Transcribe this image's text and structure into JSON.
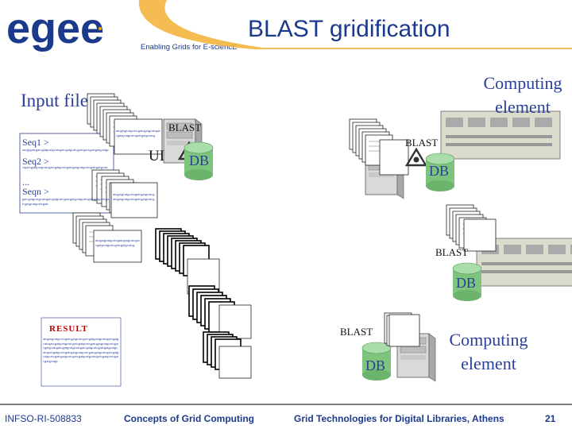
{
  "header": {
    "logo_text": "egee",
    "tagline": "Enabling Grids for E-sciencE",
    "title": "BLAST gridification"
  },
  "labels": {
    "input_file": "Input file",
    "computing_element": "Computing element",
    "ui": "UI",
    "blast": "BLAST",
    "db": "DB",
    "result": "RESULT"
  },
  "input_sequences": [
    {
      "name": "Seq1 >"
    },
    {
      "name": "Seq2 >"
    },
    {
      "name": "..."
    },
    {
      "name": "Seqn >"
    }
  ],
  "footer": {
    "project_id": "INFSO-RI-508833",
    "course": "Concepts of Grid Computing",
    "event": "Grid Technologies for Digital Libraries, Athens",
    "page": "21"
  },
  "colors": {
    "brand_blue": "#1b3a8c",
    "text_blue": "#2a3f99",
    "db_green": "#7dc47d",
    "result_red": "#c00000"
  }
}
